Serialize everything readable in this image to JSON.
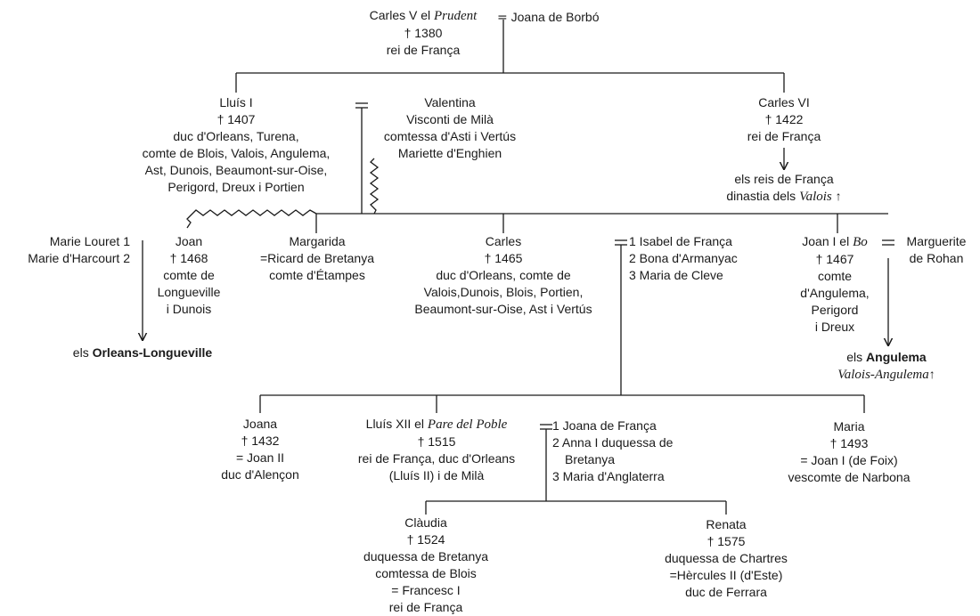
{
  "root": {
    "name_pre": "Carles V el ",
    "name_epithet": "Prudent",
    "death": "† 1380",
    "title": "rei de França",
    "marriage_sign": "=",
    "spouse": "Joana de Borbó"
  },
  "lluis_i": {
    "name": "Lluís I",
    "death": "† 1407",
    "titles": [
      "duc d'Orleans, Turena,",
      "comte de Blois, Valois, Angulema,",
      "Ast, Dunois, Beaumont-sur-Oise,",
      "Perigord, Dreux i Portien"
    ]
  },
  "valentina": {
    "lines": [
      "Valentina",
      "Visconti de Milà",
      "comtessa d'Asti i Vertús"
    ],
    "mistress": "Mariette d'Enghien"
  },
  "carles_vi": {
    "name": "Carles VI",
    "death": "† 1422",
    "title": "rei de França",
    "line1": "els reis de França",
    "line2_pre": "dinastia dels ",
    "line2_italic": "Valois",
    "line2_mark": "↑"
  },
  "joan_longueville": {
    "mother": [
      "Marie Louret 1",
      "Marie d'Harcourt 2"
    ],
    "lines": [
      "Joan",
      "† 1468",
      "comte de",
      "Longueville",
      "i Dunois"
    ],
    "dynasty_pre": "els ",
    "dynasty_bold": "Orleans-Longueville"
  },
  "margarida": {
    "lines": [
      "Margarida",
      "=Ricard de Bretanya",
      "comte d'Étampes"
    ]
  },
  "carles_orleans": {
    "lines": [
      "Carles",
      "† 1465",
      "duc d'Orleans, comte de",
      "Valois,Dunois, Blois, Portien,",
      "Beaumont-sur-Oise, Ast i Vertús"
    ],
    "spouses": [
      "1 Isabel de França",
      "2 Bona d'Armanyac",
      "3 Maria de Cleve"
    ]
  },
  "joan_angulema": {
    "name_pre": "Joan I el ",
    "name_epithet": "Bo",
    "lines": [
      "† 1467",
      "comte",
      "d'Angulema,",
      "Perigord",
      "i Dreux"
    ],
    "spouse": [
      "Marguerite",
      "de Rohan"
    ],
    "dynasty_pre": "els ",
    "dynasty_bold": "Angulema",
    "dynasty_italic": "Valois-Angulema",
    "dynasty_mark": "↑"
  },
  "joana": {
    "lines": [
      "Joana",
      "† 1432",
      "= Joan II",
      "duc d'Alençon"
    ]
  },
  "lluis_xii": {
    "name_pre": "Lluís XII el ",
    "name_epithet": "Pare del Poble",
    "lines": [
      "† 1515",
      "rei de França, duc d'Orleans",
      "(Lluís II) i de Milà"
    ],
    "spouses": [
      "1 Joana de França",
      "2 Anna I duquessa de",
      "Bretanya",
      "3 Maria d'Anglaterra"
    ]
  },
  "maria": {
    "lines": [
      "Maria",
      "† 1493",
      "= Joan I (de Foix)",
      "vescomte de Narbona"
    ]
  },
  "claudia": {
    "lines": [
      "Clàudia",
      "† 1524",
      "duquessa de Bretanya",
      "comtessa de Blois",
      "= Francesc I",
      "rei de França"
    ]
  },
  "renata": {
    "lines": [
      "Renata",
      "† 1575",
      "duquessa de Chartres",
      "=Hèrcules II (d'Este)",
      "duc de Ferrara"
    ]
  }
}
